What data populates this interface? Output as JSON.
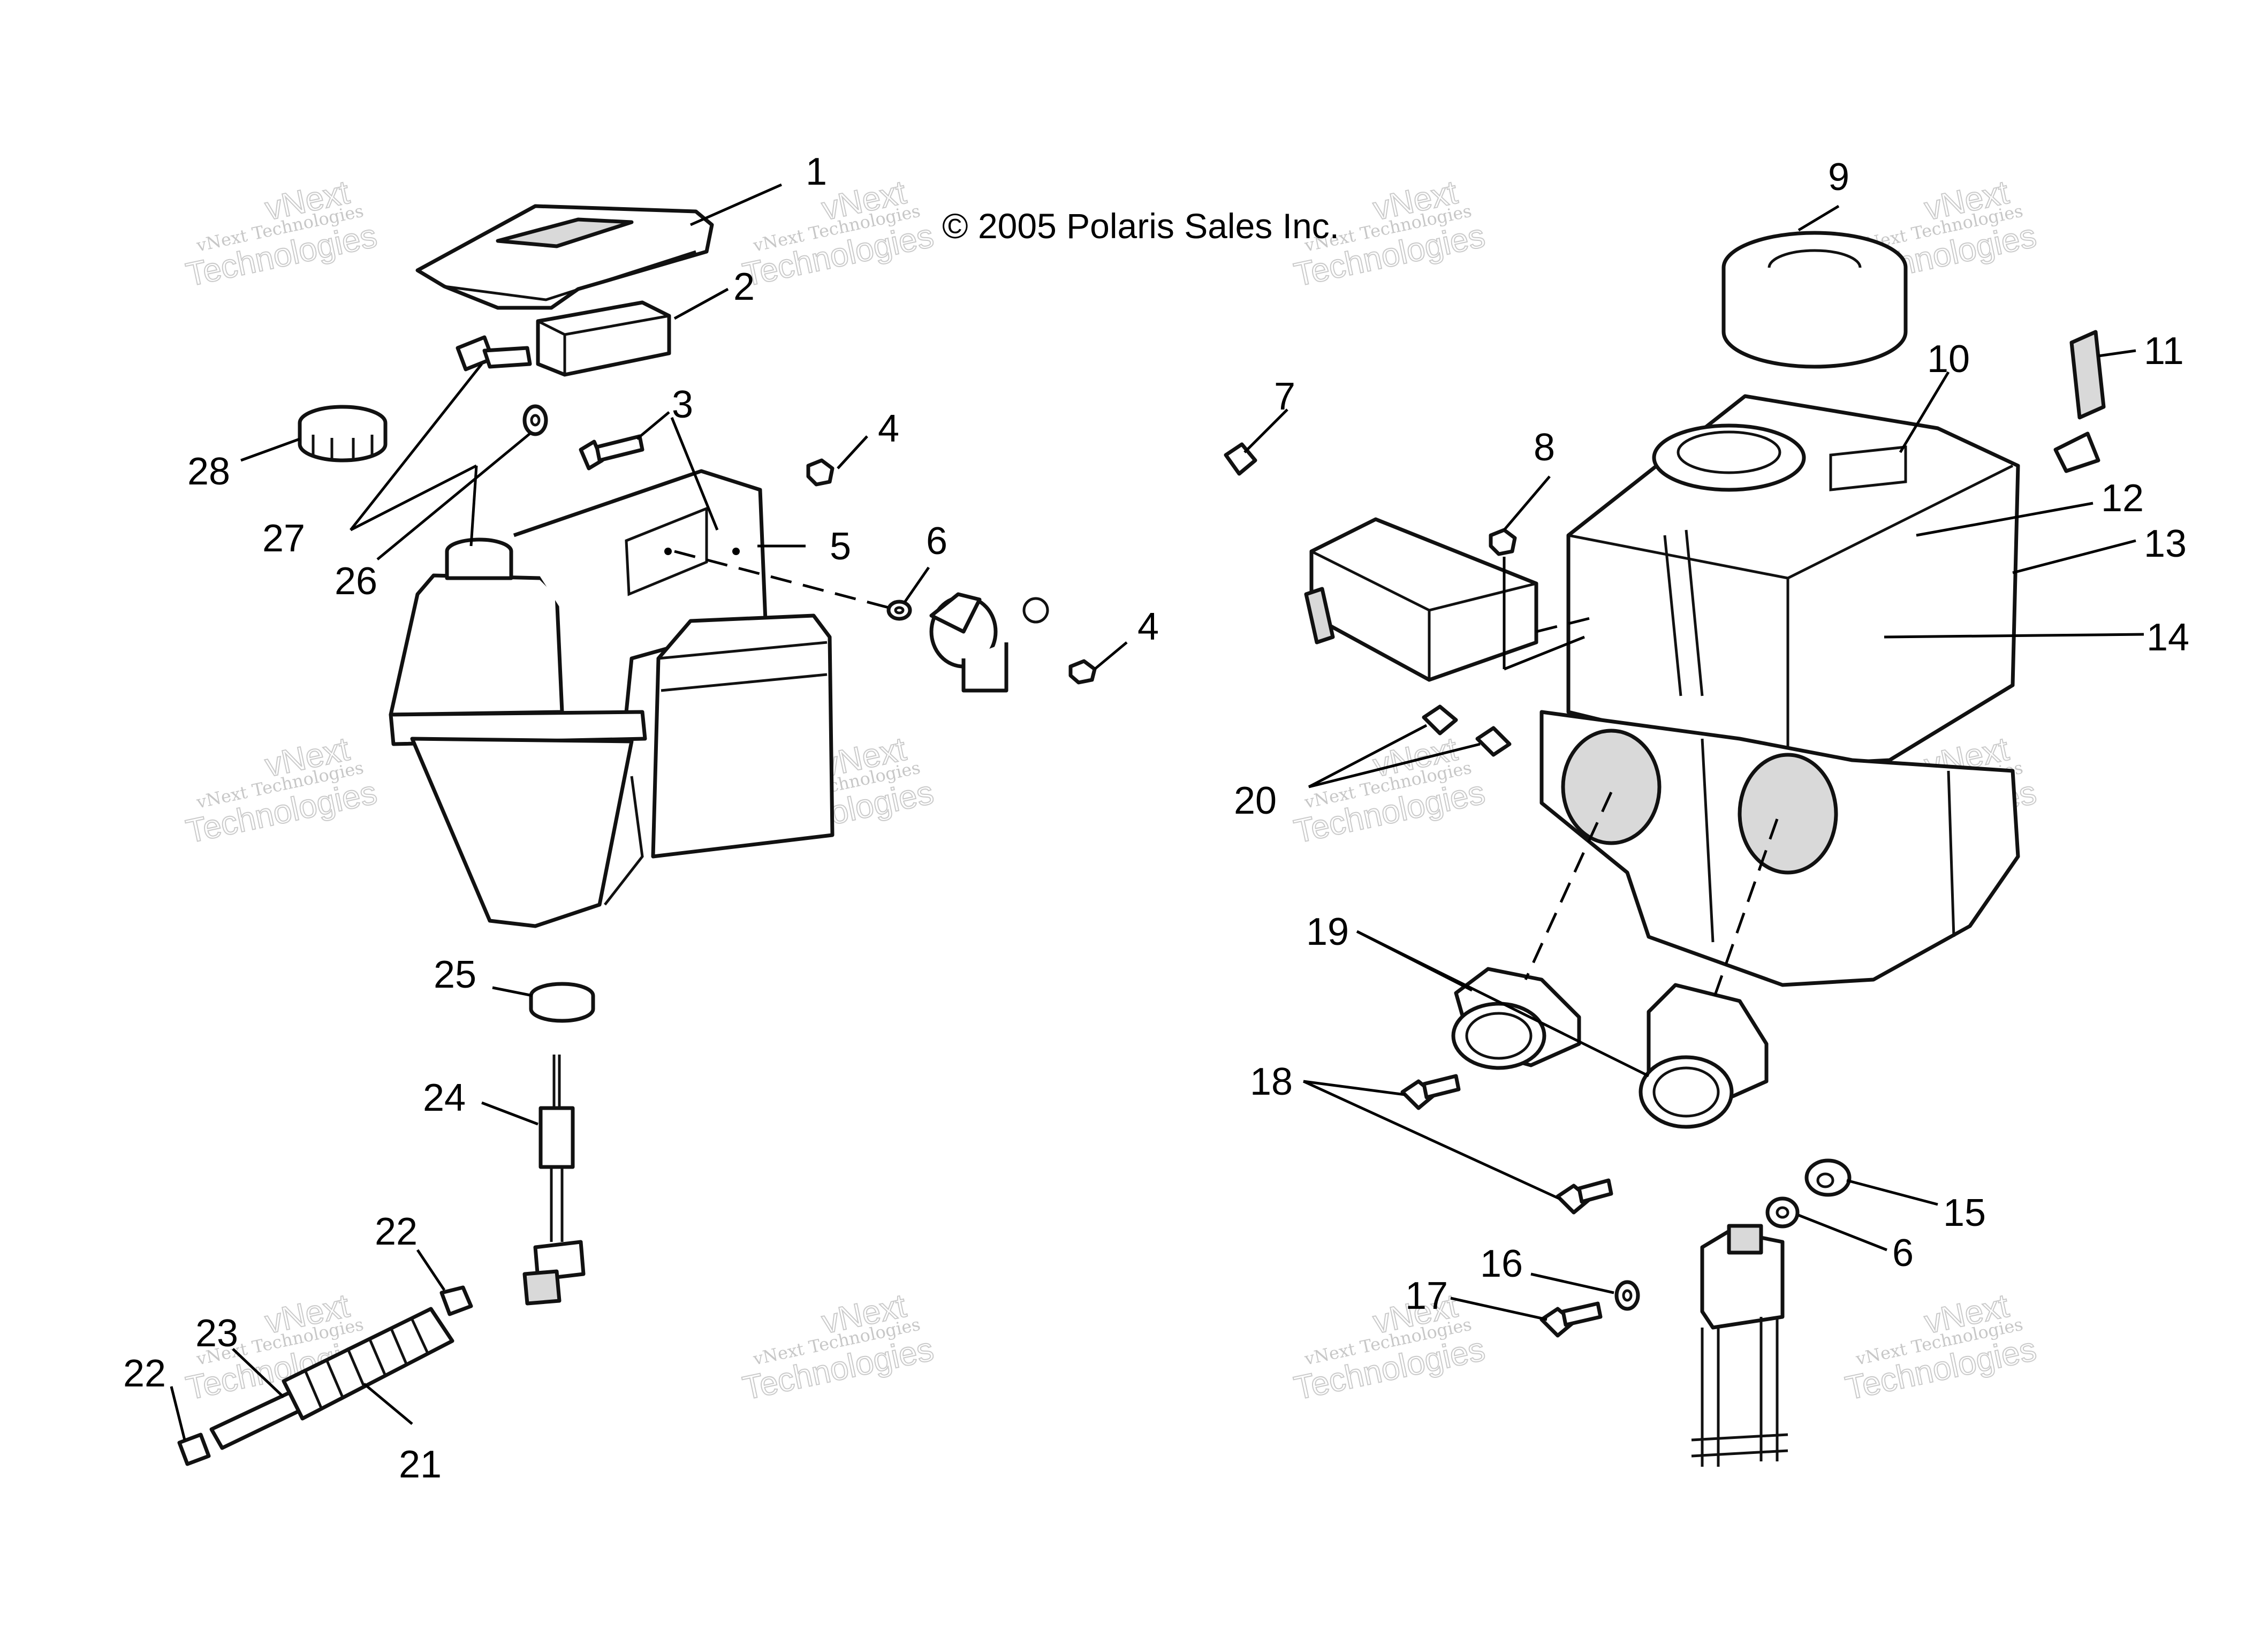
{
  "copyright": "© 2005 Polaris Sales Inc.",
  "watermark": {
    "line1": "vNext Technologies",
    "line2": "vNext",
    "line3": "Technologies"
  },
  "callouts": {
    "n1": "1",
    "n2": "2",
    "n3": "3",
    "n4a": "4",
    "n4b": "4",
    "n5": "5",
    "n6a": "6",
    "n6b": "6",
    "n7": "7",
    "n8": "8",
    "n9": "9",
    "n10": "10",
    "n11": "11",
    "n12": "12",
    "n13": "13",
    "n14": "14",
    "n15": "15",
    "n16": "16",
    "n17": "17",
    "n18": "18",
    "n19": "19",
    "n20": "20",
    "n21": "21",
    "n22a": "22",
    "n22b": "22",
    "n23": "23",
    "n24": "24",
    "n25": "25",
    "n26": "26",
    "n27": "27",
    "n28": "28"
  },
  "colors": {
    "line": "#111111",
    "background": "#ffffff",
    "watermark": "#9a9a9a"
  }
}
